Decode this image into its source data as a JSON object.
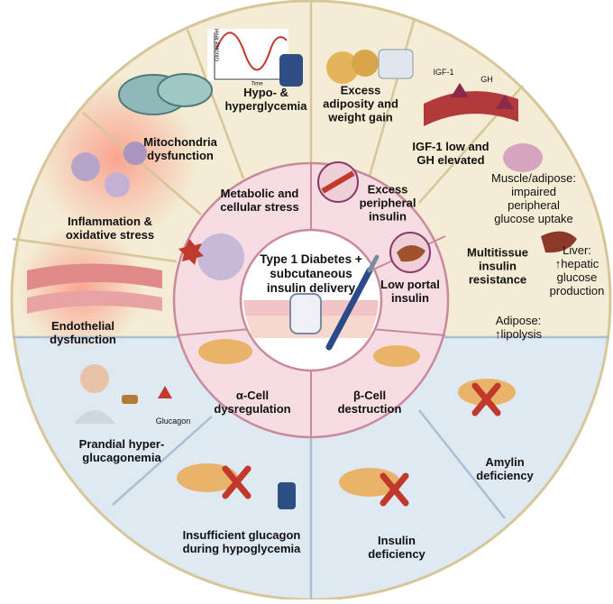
{
  "center": {
    "title": "Type 1 Diabetes +\nsubcutaneous\ninsulin delivery"
  },
  "inner_ring": {
    "metabolic": "Metabolic and\ncellular stress",
    "excess_peripheral": "Excess\nperipheral\ninsulin",
    "low_portal": "Low portal\ninsulin",
    "beta": "β-Cell\ndestruction",
    "alpha": "α-Cell\ndysregulation"
  },
  "outer_ring": {
    "hypo": "Hypo- &\nhyperglycemia",
    "adiposity": "Excess\nadiposity and\nweight gain",
    "igf": "IGF-1 low and\nGH elevated",
    "mito": "Mitochondria\ndysfunction",
    "inflammation": "Inflammation &\noxidative stress",
    "endothelial": "Endothelial\ndysfunction",
    "prandial": "Prandial hyper-\nglucagonemia",
    "insufficient": "Insufficient glucagon\nduring hypoglycemia",
    "insulin_def": "Insulin\ndeficiency",
    "amylin": "Amylin\ndeficiency"
  },
  "multitissue": {
    "title": "Multitissue\ninsulin\nresistance",
    "muscle": "Muscle/adipose:\nimpaired peripheral\nglucose uptake",
    "liver": "Liver:\n↑hepatic\nglucose\nproduction",
    "adipose": "Adipose:\n↑lipolysis"
  },
  "small_labels": {
    "glucose_level": "Glucose level",
    "time": "Time",
    "igf1": "IGF-1",
    "gh": "GH",
    "glucagon": "Glucagon"
  },
  "colors": {
    "outer_top": "#f4ecd4",
    "outer_bottom": "#dfe9f2",
    "outer_border_top": "#d6c69a",
    "outer_border_bottom": "#a9bfd4",
    "inner": "#f6dde3",
    "inner_border": "#c98a9c",
    "center": "#ffffff",
    "accent_red": "#c0392b"
  }
}
